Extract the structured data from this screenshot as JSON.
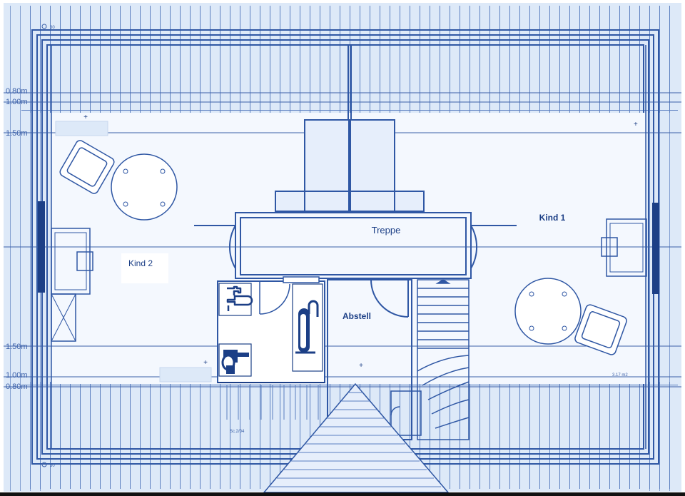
{
  "plan": {
    "dimensions": {
      "top_0": "0.80m",
      "top_1": "1.00m",
      "top_2": "1.50m",
      "bottom_2": "1.50m",
      "bottom_1": "1.00m",
      "bottom_0": "0.80m"
    },
    "rooms": {
      "treppe": "Treppe",
      "kind1": "Kind 1",
      "kind2": "Kind 2",
      "abstell": "Abstell"
    },
    "area_note": "3.17 m2",
    "section_note": "Sc.2/04",
    "corner_tl": "30",
    "corner_bl": "30",
    "colors": {
      "line": "#3a5fa8",
      "dark": "#1c3f86",
      "paper": "#dde9f8"
    },
    "icons": [
      "sink-icon",
      "toilet-icon",
      "bathtub-icon",
      "armchair-icon",
      "round-table-icon"
    ]
  }
}
